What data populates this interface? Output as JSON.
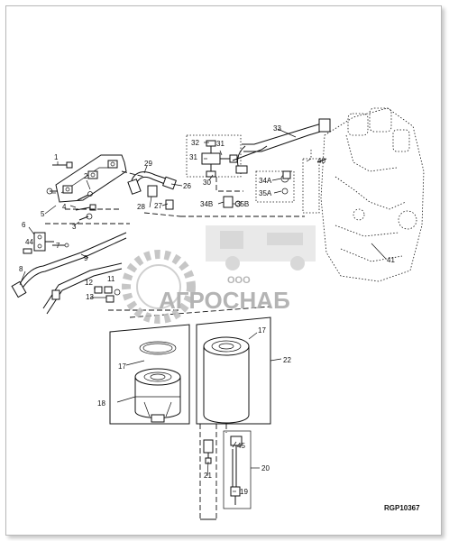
{
  "callouts": {
    "c1": "1",
    "c2": "2",
    "c3": "3",
    "c4": "4",
    "c5": "5",
    "c6": "6",
    "c7": "7",
    "c8": "8",
    "c9": "9",
    "c12": "12",
    "c13": "13",
    "c17a": "17",
    "c17b": "17",
    "c18": "18",
    "c19": "19",
    "c20": "20",
    "c21": "21",
    "c22": "22",
    "c26": "26",
    "c27": "27",
    "c28": "28",
    "c29": "29",
    "c30": "30",
    "c31a": "31",
    "c31b": "31",
    "c32": "32",
    "c33": "33",
    "c34a": "34A",
    "c34b": "34B",
    "c35a": "35A",
    "c35b": "35B",
    "c40": "40",
    "c41": "41",
    "c44": "44",
    "c45": "45",
    "c11": "11"
  },
  "watermark": {
    "company_form": "ООО",
    "company_name": "АГРОСНАБ"
  },
  "figure_ref": "RGP10367"
}
